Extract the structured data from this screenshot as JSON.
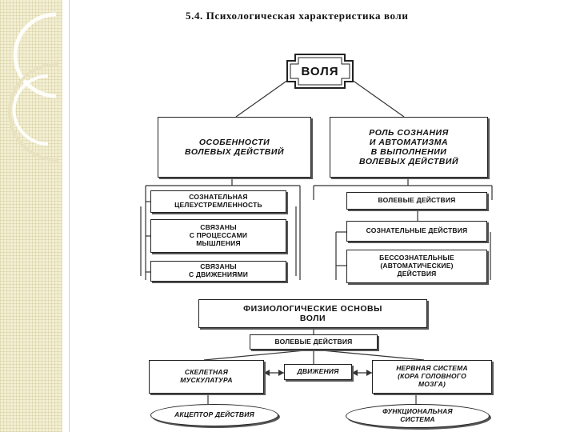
{
  "title": "5.4. Психологическая характеристика воли",
  "root": "ВОЛЯ",
  "left_branch": {
    "header": [
      "ОСОБЕННОСТИ",
      "ВОЛЕВЫХ ДЕЙСТВИЙ"
    ],
    "items": [
      [
        "СОЗНАТЕЛЬНАЯ",
        "ЦЕЛЕУСТРЕМЛЕННОСТЬ"
      ],
      [
        "СВЯЗАНЫ",
        "С ПРОЦЕССАМИ",
        "МЫШЛЕНИЯ"
      ],
      [
        "СВЯЗАНЫ",
        "С ДВИЖЕНИЯМИ"
      ]
    ]
  },
  "right_branch": {
    "header": [
      "РОЛЬ СОЗНАНИЯ",
      "И АВТОМАТИЗМА",
      "В ВЫПОЛНЕНИИ",
      "ВОЛЕВЫХ ДЕЙСТВИЙ"
    ],
    "items": [
      [
        "ВОЛЕВЫЕ ДЕЙСТВИЯ"
      ],
      [
        "СОЗНАТЕЛЬНЫЕ ДЕЙСТВИЯ"
      ],
      [
        "БЕССОЗНАТЕЛЬНЫЕ",
        "(АВТОМАТИЧЕСКИЕ)",
        "ДЕЙСТВИЯ"
      ]
    ]
  },
  "physio": {
    "header": [
      "ФИЗИОЛОГИЧЕСКИЕ ОСНОВЫ",
      "ВОЛИ"
    ],
    "volevye": "ВОЛЕВЫЕ ДЕЙСТВИЯ",
    "skeletal": [
      "СКЕЛЕТНАЯ",
      "МУСКУЛАТУРА"
    ],
    "movements": "ДВИЖЕНИЯ",
    "nervous": [
      "НЕРВНАЯ СИСТЕМА",
      "(КОРА ГОЛОВНОГО",
      "МОЗГА)"
    ],
    "acceptor": "АКЦЕПТОР ДЕЙСТВИЯ",
    "functional": [
      "ФУНКЦИОНАЛЬНАЯ",
      "СИСТЕМА"
    ]
  }
}
